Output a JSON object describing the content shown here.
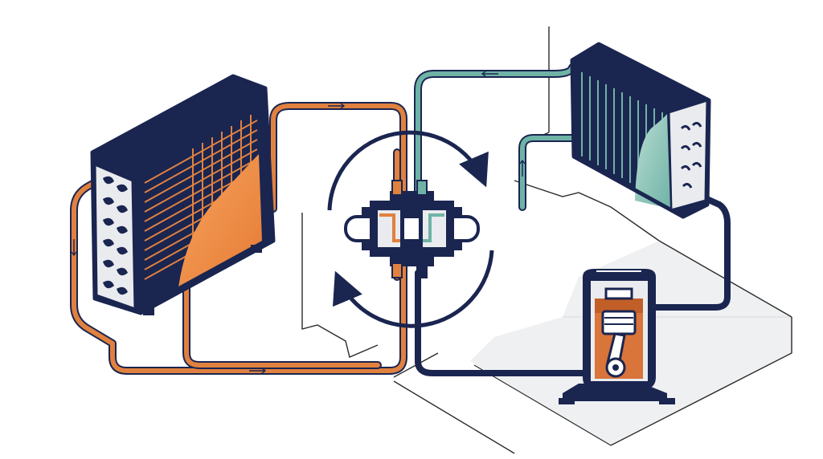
{
  "diagram": {
    "components": [
      {
        "name": "outdoor-coil-unit",
        "icon": "heat-exchanger-icon",
        "color": "#ef8a3c"
      },
      {
        "name": "indoor-coil-unit",
        "icon": "heat-exchanger-icon",
        "color": "#6fb3a6"
      },
      {
        "name": "reversing-valve",
        "icon": "valve-icon"
      },
      {
        "name": "compressor",
        "icon": "compressor-icon"
      }
    ],
    "cycle": "reversible",
    "rotation_arrows": [
      "clockwise-top",
      "counterclockwise-bottom"
    ]
  },
  "colors": {
    "navy": "#1a2550",
    "orange": "#e0813f",
    "orange_light": "#f2a15a",
    "teal": "#6fb3a6",
    "teal_light": "#a8d3c9",
    "floor": "#eef0f2",
    "line": "#2a2a2a"
  }
}
